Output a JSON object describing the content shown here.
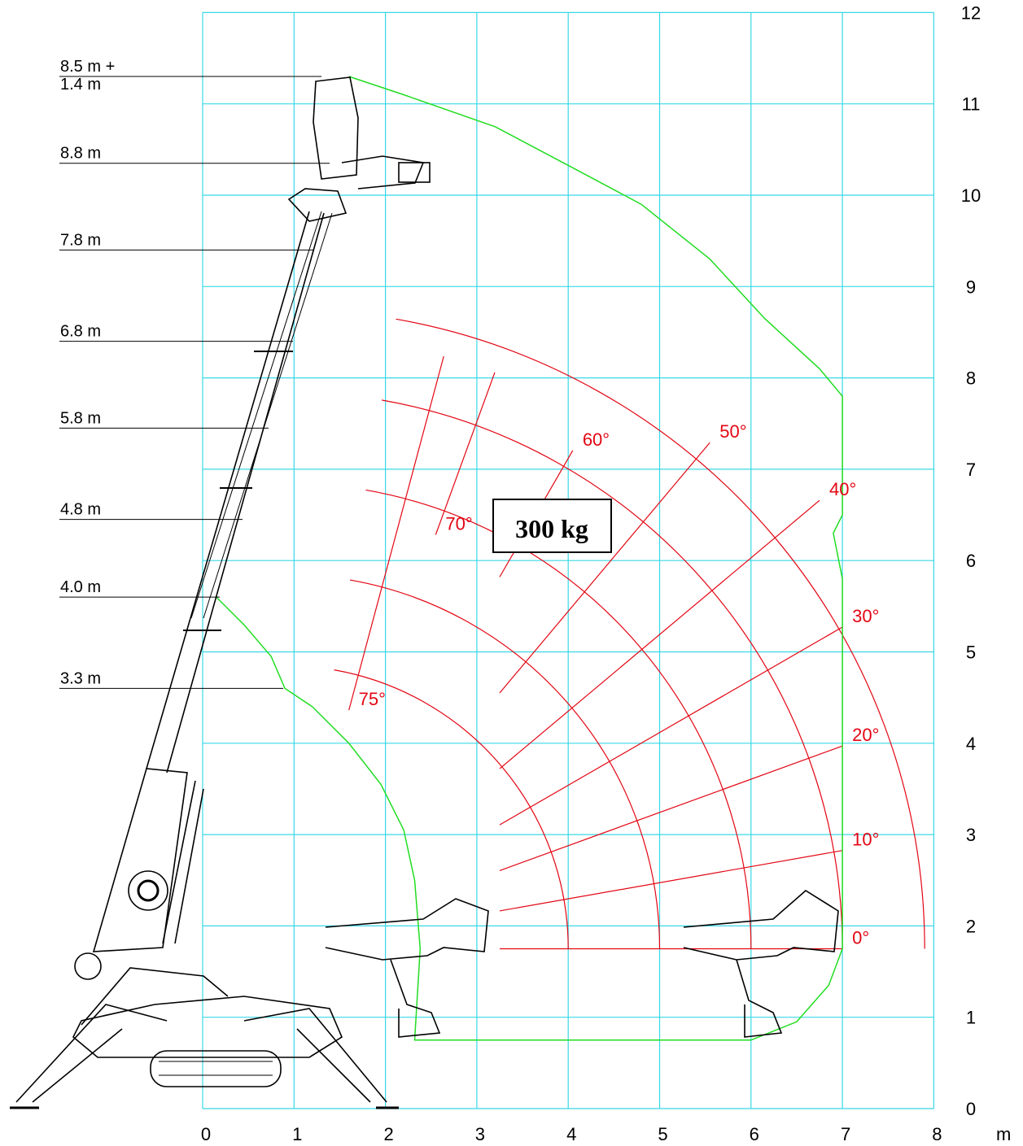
{
  "chart_data": {
    "type": "load_chart",
    "load_label": "300 kg",
    "x_unit": "m",
    "x_ticks": [
      "0",
      "1",
      "2",
      "3",
      "4",
      "5",
      "6",
      "7",
      "8"
    ],
    "y_ticks": [
      "0",
      "1",
      "2",
      "3",
      "4",
      "5",
      "6",
      "7",
      "8",
      "9",
      "10",
      "11",
      "12"
    ],
    "xlim": [
      0,
      8
    ],
    "ylim": [
      0,
      12
    ],
    "grid": true,
    "pivot": [
      0.9,
      1.75
    ],
    "boom_lengths": [
      {
        "label": "8.5 m +",
        "label2": "1.4 m",
        "y": 11.3
      },
      {
        "label": "8.8 m",
        "y": 10.35
      },
      {
        "label": "7.8 m",
        "y": 9.4
      },
      {
        "label": "6.8 m",
        "y": 8.4
      },
      {
        "label": "5.8 m",
        "y": 7.45
      },
      {
        "label": "4.8 m",
        "y": 6.45
      },
      {
        "label": "4.0 m",
        "y": 5.6
      },
      {
        "label": "3.3 m",
        "y": 4.6
      }
    ],
    "arc_radii": [
      3.1,
      4.1,
      5.1,
      6.1,
      7.0
    ],
    "angle_lines": [
      {
        "label": "0°",
        "deg": 0,
        "end_x": 7.0
      },
      {
        "label": "10°",
        "deg": 10,
        "end_x": 7.0
      },
      {
        "label": "20°",
        "deg": 20,
        "end_x": 7.0
      },
      {
        "label": "30°",
        "deg": 30,
        "end_x": 7.0
      },
      {
        "label": "40°",
        "deg": 40,
        "end_x": 6.75
      },
      {
        "label": "50°",
        "deg": 50,
        "end_x": 5.55
      },
      {
        "label": "60°",
        "deg": 60,
        "end_x": 4.05
      },
      {
        "label": "70°",
        "deg": 70,
        "end_x": 2.55
      },
      {
        "label": "75°",
        "deg": 75,
        "end_x": 1.6
      }
    ],
    "envelope": [
      [
        0.15,
        5.6
      ],
      [
        0.45,
        5.3
      ],
      [
        0.75,
        4.95
      ],
      [
        0.9,
        4.6
      ],
      [
        1.2,
        4.4
      ],
      [
        1.6,
        4.0
      ],
      [
        1.95,
        3.55
      ],
      [
        2.2,
        3.05
      ],
      [
        2.32,
        2.5
      ],
      [
        2.38,
        1.75
      ],
      [
        2.32,
        0.75
      ],
      [
        6.0,
        0.75
      ],
      [
        6.5,
        0.95
      ],
      [
        6.85,
        1.35
      ],
      [
        7.0,
        1.75
      ],
      [
        7.0,
        5.8
      ],
      [
        6.9,
        6.3
      ],
      [
        7.0,
        6.5
      ],
      [
        7.0,
        7.8
      ],
      [
        6.75,
        8.1
      ],
      [
        6.15,
        8.65
      ],
      [
        5.55,
        9.3
      ],
      [
        4.8,
        9.9
      ],
      [
        4.05,
        10.3
      ],
      [
        3.2,
        10.75
      ],
      [
        2.2,
        11.1
      ],
      [
        1.6,
        11.3
      ]
    ],
    "colors": {
      "grid": "#38d8e6",
      "arcs": "#e30613",
      "envelope": "#22dd22",
      "machine": "#000000",
      "angle_text": "#e30613"
    }
  }
}
